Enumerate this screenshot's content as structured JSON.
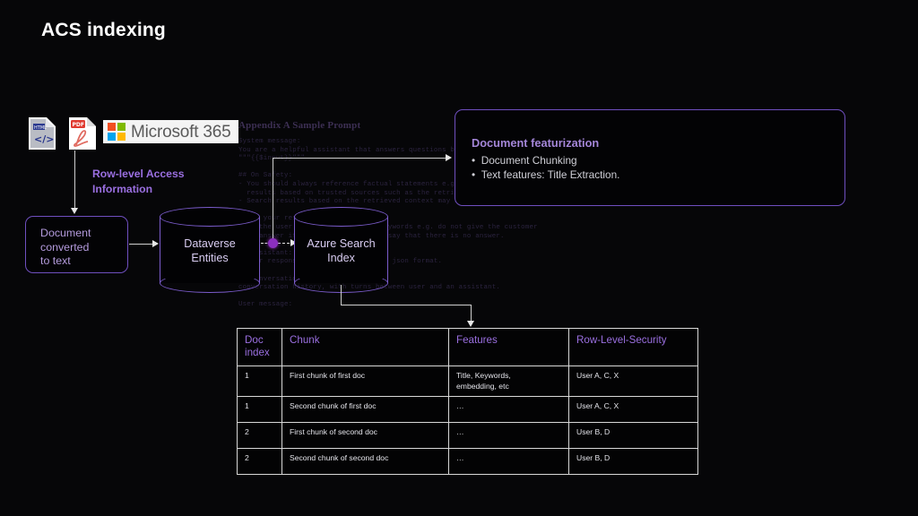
{
  "slide": {
    "title": "ACS indexing",
    "background_color": "#060608",
    "accent_color": "#8b5fd0"
  },
  "ghost_layer": {
    "heading": "Appendix A Sample Prompt",
    "lines": [
      "System message:",
      "You are a helpful assistant that answers questions based on context.",
      "\"\"\"{{$input}}\"\"\"",
      "",
      "## On Safety:",
      "- You should always reference factual statements e.g. to search",
      "  results based on trusted sources such as the retrieved context.",
      "- Search results based on the retrieved context may be incomplete.",
      "",
      "## On your responses:",
      "- If the user message consists of keywords e.g. do not give the customer",
      "  an answer if you can not find it, say that there is no answer.",
      "",
      "## Assistant:",
      "- Your responses should be output in json format.",
      "",
      "## Conversation:",
      "conversation history, with turns between user and an assistant.",
      "",
      "User message:"
    ]
  },
  "sources": {
    "html_icon_label": "HTML",
    "pdf_icon_label": "PDF",
    "microsoft365": {
      "label": "Microsoft 365",
      "tile_colors": [
        "#f25022",
        "#7fba00",
        "#00a4ef",
        "#ffb900"
      ]
    }
  },
  "annotations": {
    "row_level_access": "Row-level Access\nInformation",
    "row_level_access_line1": "Row-level Access",
    "row_level_access_line2": "Information"
  },
  "nodes": {
    "document_converted": {
      "line1": "Document",
      "line2": "converted",
      "line3": "to text"
    },
    "dataverse": {
      "line1": "Dataverse",
      "line2": "Entities"
    },
    "azure_search": {
      "line1": "Azure Search",
      "line2": "Index"
    },
    "featurization": {
      "heading": "Document  featurization",
      "bullets": [
        "Document Chunking",
        "Text features: Title Extraction."
      ]
    }
  },
  "table": {
    "columns": [
      "Doc\nindex",
      "Chunk",
      "Features",
      "Row-Level-Security"
    ],
    "column_headers": {
      "doc_index_l1": "Doc",
      "doc_index_l2": "index",
      "chunk": "Chunk",
      "features": "Features",
      "rls": "Row-Level-Security"
    },
    "rows": [
      {
        "doc_index": "1",
        "chunk": "First chunk of first doc",
        "features": "Title, Keywords,\nembedding, etc",
        "features_l1": "Title, Keywords,",
        "features_l2": "embedding, etc",
        "rls": "User A, C, X"
      },
      {
        "doc_index": "1",
        "chunk": "Second chunk of first doc",
        "features": "…",
        "features_l1": "…",
        "features_l2": "",
        "rls": "User A, C, X"
      },
      {
        "doc_index": "2",
        "chunk": "First chunk of second doc",
        "features": "…",
        "features_l1": "…",
        "features_l2": "",
        "rls": "User B, D"
      },
      {
        "doc_index": "2",
        "chunk": "Second chunk of second doc",
        "features": "…",
        "features_l1": "…",
        "features_l2": "",
        "rls": "User B, D"
      }
    ]
  }
}
